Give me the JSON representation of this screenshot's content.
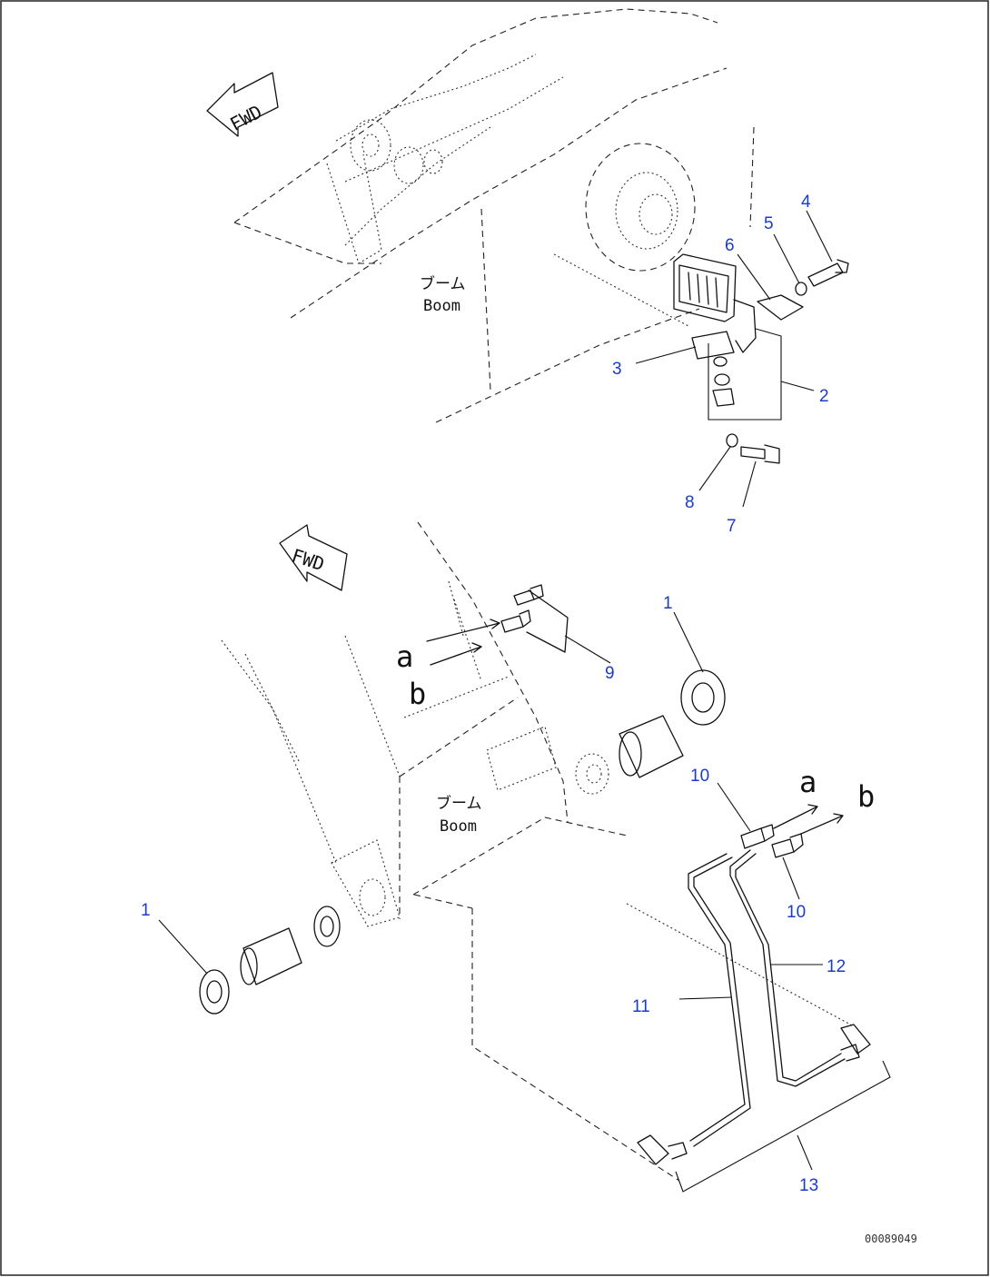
{
  "boom_labels": {
    "upper_jp": "ブーム",
    "upper_en": "Boom",
    "lower_jp": "ブーム",
    "lower_en": "Boom"
  },
  "arrows": {
    "fwd_upper": "FWD",
    "fwd_lower": "FWD"
  },
  "flow_letters": {
    "a_left": "a",
    "b_left": "b",
    "a_right": "a",
    "b_right": "b"
  },
  "part_numbers": {
    "p1_right": "1",
    "p1_left": "1",
    "p2": "2",
    "p3": "3",
    "p4": "4",
    "p5": "5",
    "p6": "6",
    "p7": "7",
    "p8": "8",
    "p9": "9",
    "p10_top": "10",
    "p10_bottom": "10",
    "p11": "11",
    "p12": "12",
    "p13": "13"
  },
  "drawing_code": "00089049",
  "colors": {
    "part_number": "#1a3cc8",
    "line": "#111111",
    "background": "#ffffff"
  }
}
